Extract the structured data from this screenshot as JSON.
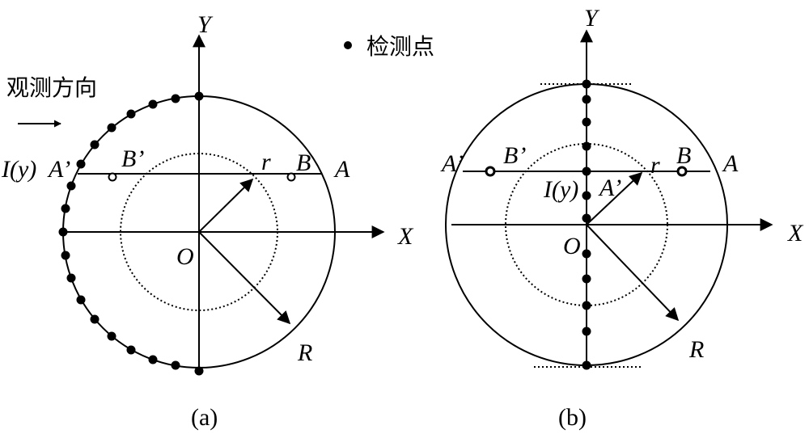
{
  "legend": {
    "marker_label": "检测点"
  },
  "panel_a": {
    "caption": "(a)",
    "view_direction": "观测方向",
    "y_axis": "Y",
    "x_axis": "X",
    "origin": "O",
    "outer_radius": "R",
    "inner_radius": "r",
    "intensity": "I(y)",
    "pt_a_prime": "A’",
    "pt_b_prime": "B’",
    "pt_b": "B",
    "pt_a": "A"
  },
  "panel_b": {
    "caption": "(b)",
    "y_axis": "Y",
    "x_axis": "X",
    "origin": "O",
    "outer_radius": "R",
    "inner_radius": "r",
    "intensity": "I(y)",
    "pt_a_prime_left": "A’",
    "pt_b_prime": "B’",
    "pt_b": "B",
    "pt_a": "A",
    "pt_a_prime_center": "A’"
  }
}
